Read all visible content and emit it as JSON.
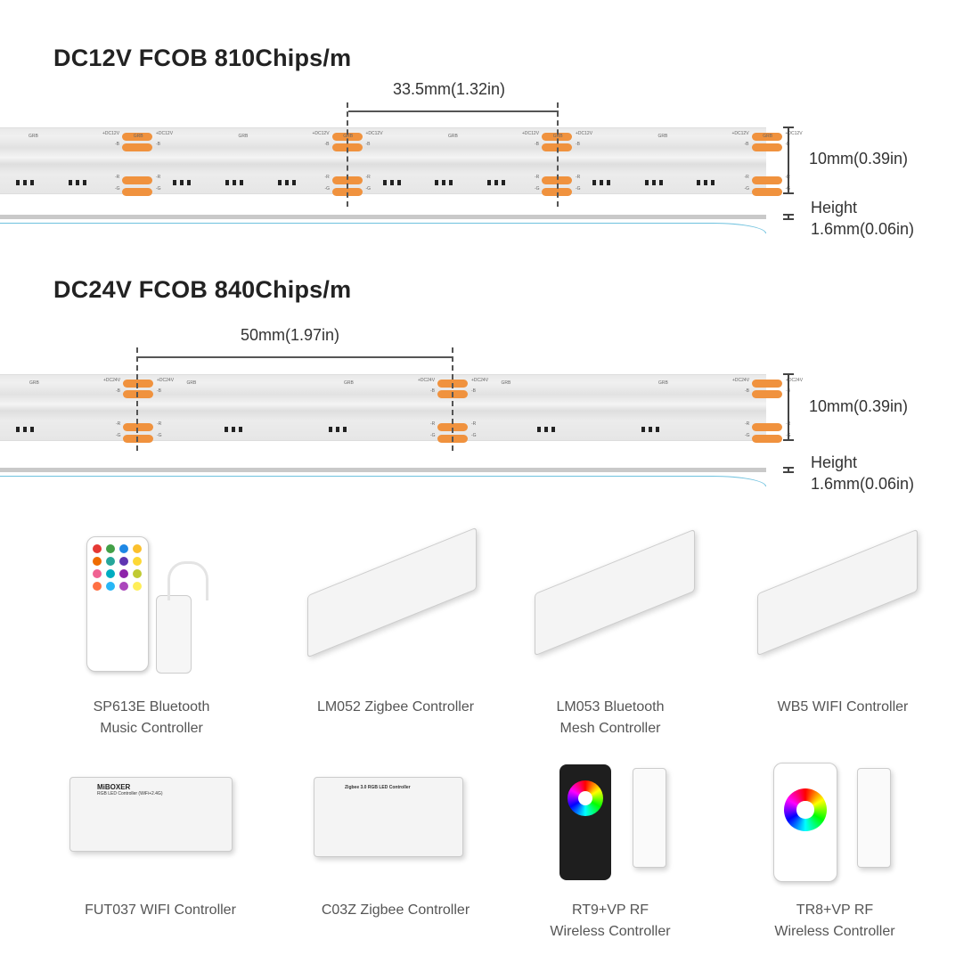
{
  "sections": [
    {
      "title": "DC12V FCOB 810Chips/m",
      "spacing": "33.5mm(1.32in)",
      "width": "10mm(0.39in)",
      "height_label": "Height",
      "height": "1.6mm(0.06in)",
      "voltage_label": "+DC12V"
    },
    {
      "title": "DC24V FCOB 840Chips/m",
      "spacing": "50mm(1.97in)",
      "width": "10mm(0.39in)",
      "height_label": "Height",
      "height": "1.6mm(0.06in)",
      "voltage_label": "+DC24V"
    }
  ],
  "strip_labels": {
    "grb": "GRB",
    "b": "-B",
    "r": "-R",
    "g": "-G"
  },
  "colors": {
    "pad": "#f0923e",
    "side_line": "#6ec1de"
  },
  "products": [
    {
      "line1": "SP613E Bluetooth",
      "line2": "Music Controller"
    },
    {
      "line1": "LM052 Zigbee Controller",
      "line2": ""
    },
    {
      "line1": "LM053 Bluetooth",
      "line2": "Mesh Controller"
    },
    {
      "line1": "WB5 WIFI Controller",
      "line2": ""
    },
    {
      "line1": "FUT037 WIFI Controller",
      "line2": ""
    },
    {
      "line1": "C03Z Zigbee Controller",
      "line2": ""
    },
    {
      "line1": "RT9+VP RF",
      "line2": "Wireless Controller"
    },
    {
      "line1": "TR8+VP RF",
      "line2": "Wireless Controller"
    }
  ],
  "product_print": {
    "fut037_brand": "MiBOXER",
    "fut037_name": "RGB LED Controller (WiFi+2.4G)",
    "c03z_name": "Zigbee 3.0 RGB LED Controller"
  }
}
